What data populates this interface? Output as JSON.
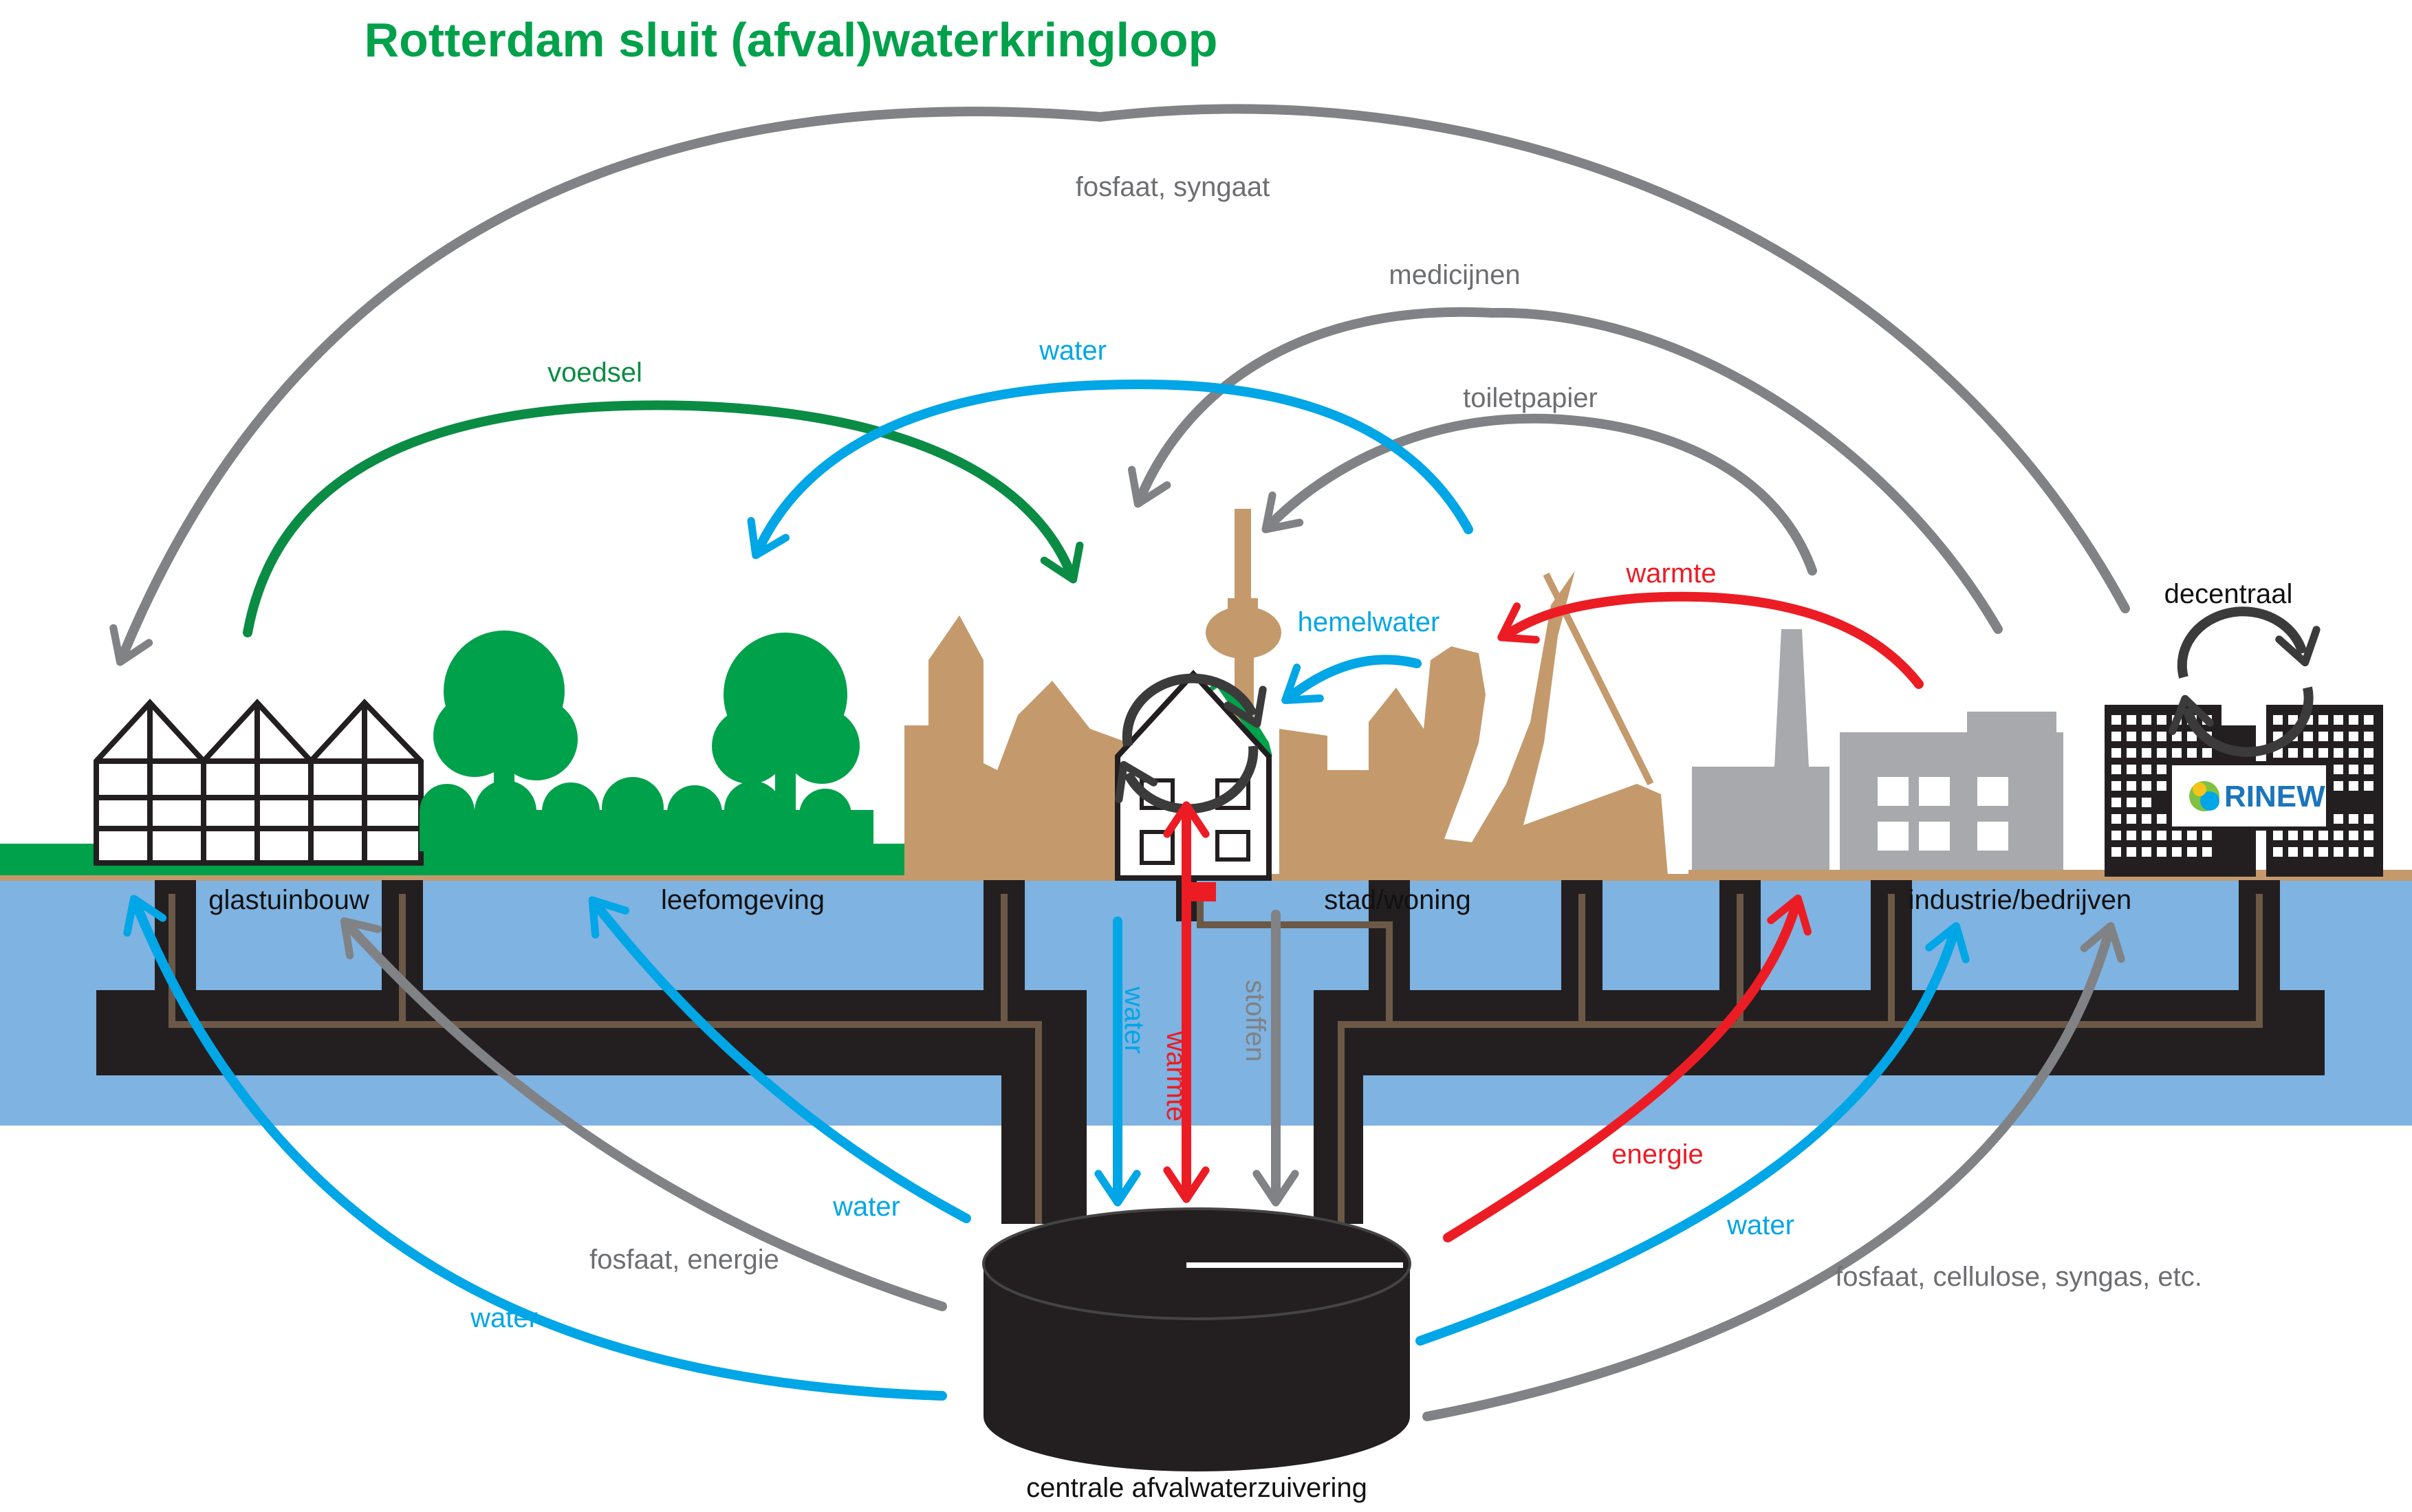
{
  "title": "Rotterdam sluit (afval)waterkringloop",
  "colors": {
    "green": "#00a14b",
    "darkgreen": "#0a8c44",
    "blue": "#00a6e6",
    "red": "#ec1c24",
    "gray": "#808285",
    "water": "#7fb3e1",
    "ground": "#c49a6c",
    "pipe": "#231f20",
    "pipeinner": "#6b5847"
  },
  "areas": {
    "glastuinbouw": "glastuinbouw",
    "leefomgeving": "leefomgeving",
    "stad": "stad/woning",
    "industrie": "industrie/bedrijven",
    "decentraal": "decentraal",
    "centrale": "centrale afvalwaterzuivering"
  },
  "logo": "RINEW",
  "flows": {
    "fosfaat_syngaat": "fosfaat, syngaat",
    "medicijnen": "medicijnen",
    "toiletpapier": "toiletpapier",
    "voedsel": "voedsel",
    "water_top": "water",
    "hemelwater": "hemelwater",
    "warmte_top": "warmte",
    "water_down": "water",
    "warmte_down": "warmte",
    "stoffen": "stoffen",
    "water_left1": "water",
    "fosfaat_energie": "fosfaat, energie",
    "water_left2": "water",
    "energie": "energie",
    "water_right": "water",
    "fosfaat_cellulose": "fosfaat, cellulose, syngas, etc."
  }
}
